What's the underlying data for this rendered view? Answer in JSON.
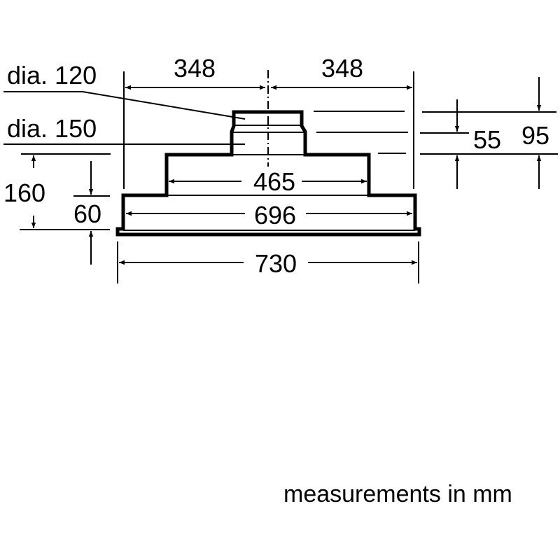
{
  "labels": {
    "dia_small": "dia. 120",
    "dia_large": "dia. 150",
    "left_half_width": "348",
    "right_half_width": "348",
    "middle_width": "465",
    "inner_width": "696",
    "total_width": "730",
    "total_height": "160",
    "base_height": "60",
    "collar_height": "55",
    "outlet_height": "95",
    "caption": "measurements in mm"
  }
}
